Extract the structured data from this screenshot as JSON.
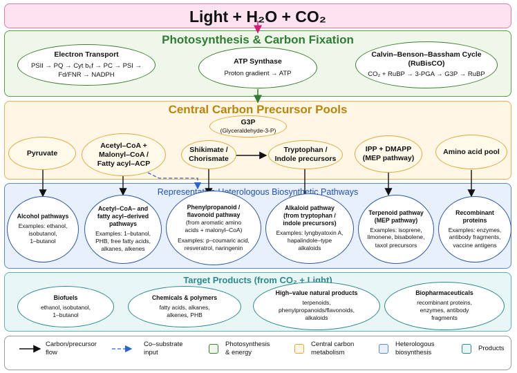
{
  "inputs": {
    "title": "Light  +  H₂O  +  CO₂"
  },
  "photosynthesis": {
    "title": "Photosynthesis & Carbon Fixation",
    "nodes": [
      {
        "title": "Electron Transport",
        "lines": [
          "PSII → PQ → Cyt b₆f → PC → PSI →",
          "Fd/FNR → NADPH"
        ]
      },
      {
        "title": "ATP Synthase",
        "lines": [
          "Proton gradient → ATP"
        ]
      },
      {
        "title": "Calvin–Benson–Bassham Cycle",
        "subtitle": "(RuBisCO)",
        "lines": [
          "CO₂ + RuBP → 3-PGA → G3P → RuBP"
        ]
      }
    ]
  },
  "central": {
    "title": "Central Carbon Precursor Pools",
    "g3p": {
      "title": "G3P",
      "subtitle": "(Glyceraldehyde-3-P)"
    },
    "pools": [
      {
        "lines": [
          "Pyruvate"
        ]
      },
      {
        "lines": [
          "Acetyl–CoA +",
          "Malonyl–CoA /",
          "Fatty acyl–ACP"
        ]
      },
      {
        "lines": [
          "Shikimate /",
          "Chorismate"
        ]
      },
      {
        "lines": [
          "Tryptophan /",
          "Indole precursors"
        ]
      },
      {
        "lines": [
          "IPP + DMAPP",
          "(MEP pathway)"
        ]
      },
      {
        "lines": [
          "Amino acid pool"
        ]
      }
    ]
  },
  "heterologous": {
    "title": "Representative Heterologous Biosynthetic Pathways",
    "pathways": [
      {
        "title": [
          "Alcohol pathways"
        ],
        "body": [
          "Examples: ethanol,",
          "isobutanol,",
          "1–butanol"
        ]
      },
      {
        "title": [
          "Acetyl–CoA– and",
          "fatty acyl–derived",
          "pathways"
        ],
        "body": [
          "Examples: 1–butanol,",
          "PHB, free fatty acids,",
          "alkanes, alkenes"
        ]
      },
      {
        "title": [
          "Phenylpropanoid /",
          "flavonoid pathway"
        ],
        "note": [
          "(from aromatic amino",
          "acids + malonyl–CoA)"
        ],
        "body": [
          "Examples: p–coumaric acid,",
          "resveratrol, naringenin"
        ]
      },
      {
        "title": [
          "Alkaloid pathway",
          "(from tryptophan /",
          "indole precursors)"
        ],
        "body": [
          "Examples: lyngbyatoxin A,",
          "hapalindole–type",
          "alkaloids"
        ]
      },
      {
        "title": [
          "Terpenoid pathway",
          "(MEP pathway)"
        ],
        "body": [
          "Examples: isoprene,",
          "limonene, bisabolene,",
          "taxol precursors"
        ]
      },
      {
        "title": [
          "Recombinant",
          "proteins"
        ],
        "body": [
          "Examples: enzymes,",
          "antibody fragments,",
          "vaccine antigens"
        ]
      }
    ]
  },
  "targets": {
    "title": "Target Products (from CO₂ + Light)",
    "products": [
      {
        "title": "Biofuels",
        "lines": [
          "ethanol, isobutanol,",
          "1–butanol"
        ]
      },
      {
        "title": "Chemicals & polymers",
        "lines": [
          "fatty acids, alkanes,",
          "alkenes, PHB"
        ]
      },
      {
        "title": "High–value natural products",
        "lines": [
          "terpenoids,",
          "phenylpropanoids/flavonoids,",
          "alkaloids"
        ]
      },
      {
        "title": "Biopharmaceuticals",
        "lines": [
          "recombinant proteins,",
          "enzymes, antibody",
          "fragments"
        ]
      }
    ]
  },
  "legend": {
    "items": [
      {
        "lines": [
          "Carbon/precursor",
          "flow"
        ]
      },
      {
        "lines": [
          "Co–substrate",
          "input"
        ]
      },
      {
        "lines": [
          "Photosynthesis",
          "& energy"
        ],
        "color": "#3d7d2f"
      },
      {
        "lines": [
          "Central carbon",
          "metabolism"
        ],
        "color": "#e6a83a"
      },
      {
        "lines": [
          "Heterologous",
          "biosynthesis"
        ],
        "color": "#5b86cc"
      },
      {
        "lines": [
          "Products"
        ],
        "color": "#2a8a8c"
      }
    ]
  }
}
